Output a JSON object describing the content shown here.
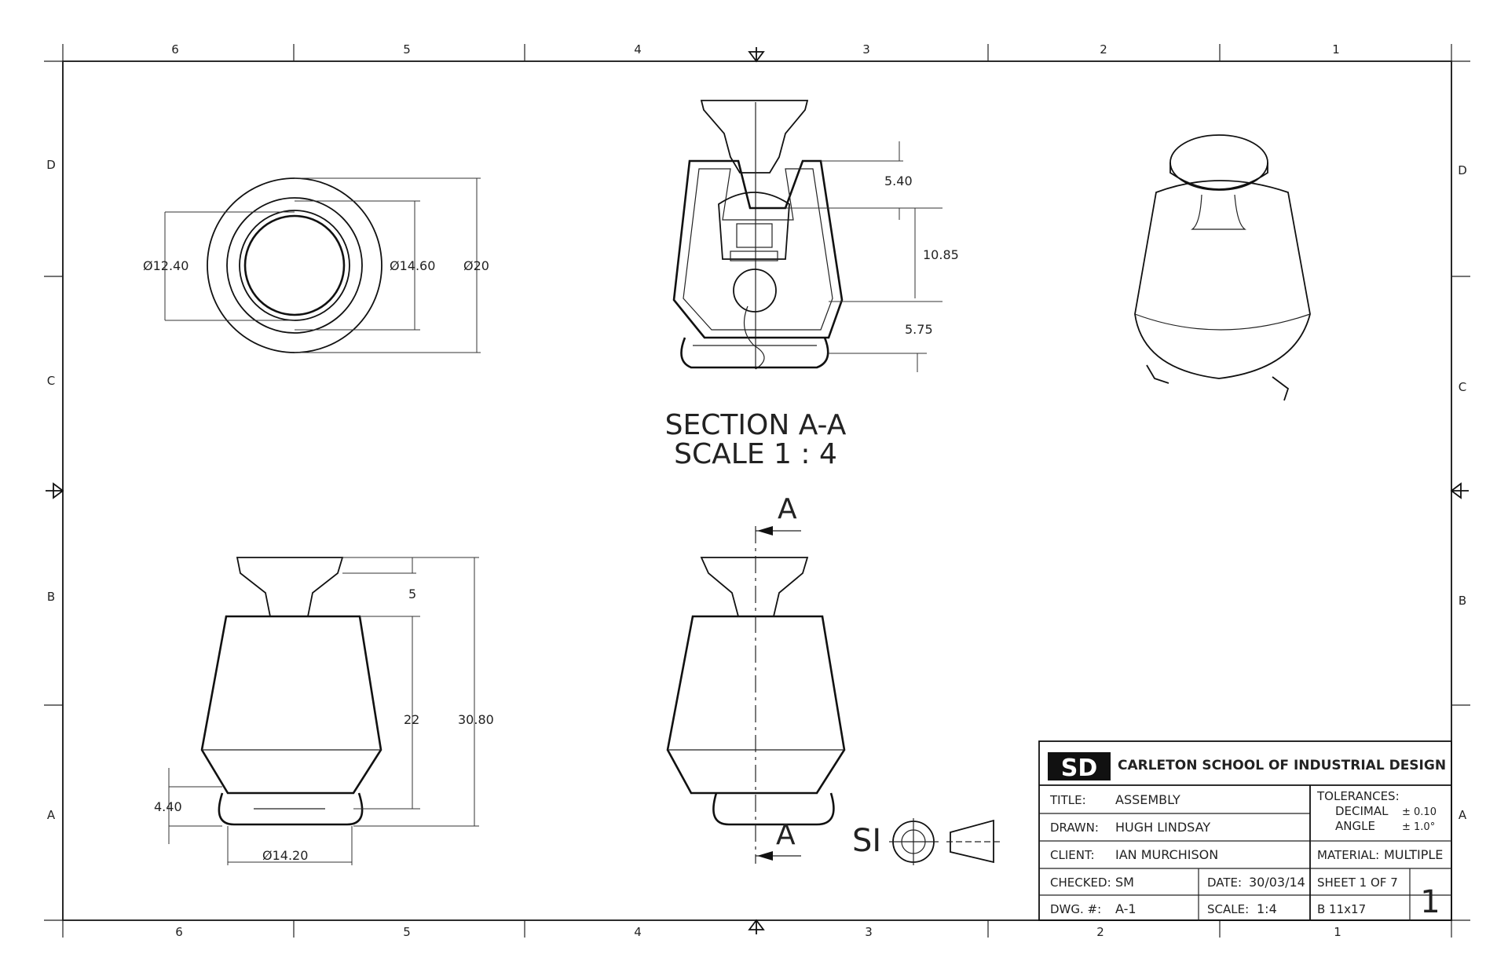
{
  "border": {
    "columns_top": [
      "6",
      "5",
      "4",
      "3",
      "2",
      "1"
    ],
    "columns_bottom": [
      "6",
      "5",
      "4",
      "3",
      "2",
      "1"
    ],
    "rows_left": [
      "D",
      "C",
      "B",
      "A"
    ],
    "rows_right": [
      "D",
      "C",
      "B",
      "A"
    ]
  },
  "top_view": {
    "dia_inner": "Ø12.40",
    "dia_mid": "Ø14.60",
    "dia_outer": "Ø20"
  },
  "section_view": {
    "title_line1": "SECTION A-A",
    "title_line2": "SCALE 1 : 4",
    "dim_top": "5.40",
    "dim_mid": "10.85",
    "dim_bottom": "5.75"
  },
  "front_view": {
    "dim_cap": "5",
    "dim_body": "22",
    "dim_total": "30.80",
    "dim_feet": "4.40",
    "dim_base_dia": "Ø14.20"
  },
  "side_view": {
    "cut_label_top": "A",
    "cut_label_bottom": "A"
  },
  "projection_symbol": {
    "label": "SI"
  },
  "title_block": {
    "logo": "SD",
    "school": "CARLETON SCHOOL OF INDUSTRIAL DESIGN",
    "title_label": "TITLE:",
    "title_value": "ASSEMBLY",
    "drawn_label": "DRAWN:",
    "drawn_value": "HUGH LINDSAY",
    "client_label": "CLIENT:",
    "client_value": "IAN MURCHISON",
    "checked_label": "CHECKED:",
    "checked_value": "SM",
    "dwg_label": "DWG. #:",
    "dwg_value": "A-1",
    "date_label": "DATE:",
    "date_value": "30/03/14",
    "scale_label": "SCALE:",
    "scale_value": "1:4",
    "tolerances_label": "TOLERANCES:",
    "decimal_label": "DECIMAL",
    "decimal_value": "± 0.10",
    "angle_label": "ANGLE",
    "angle_value": "± 1.0°",
    "material_label": "MATERIAL:",
    "material_value": "MULTIPLE",
    "sheet_text": "SHEET  1  OF  7",
    "size_text": "B 11x17",
    "rev": "1"
  }
}
